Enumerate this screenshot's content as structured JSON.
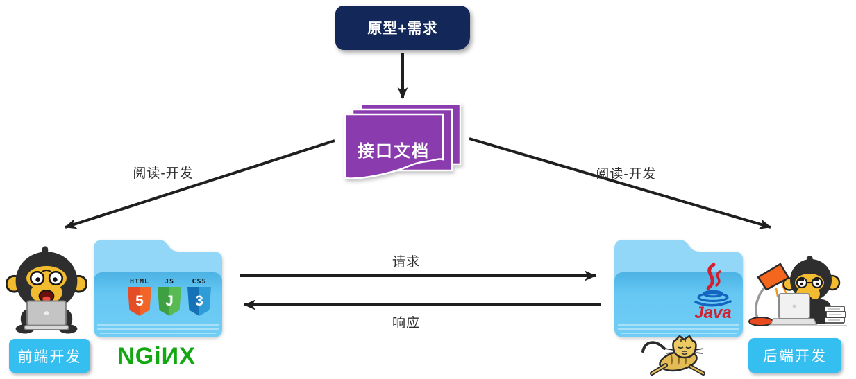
{
  "diagram": {
    "title_node": "原型+需求",
    "doc_node": "接口文档",
    "frontend_label": "前端开发",
    "backend_label": "后端开发",
    "edge_read_dev_left": "阅读-开发",
    "edge_read_dev_right": "阅读-开发",
    "edge_request": "请求",
    "edge_response": "响应"
  },
  "logos": {
    "nginx_text": "NGiИX",
    "java_text": "Java",
    "html5": {
      "banner": "HTML",
      "letter": "5"
    },
    "js": {
      "banner": "JS",
      "letter": "J"
    },
    "css3": {
      "banner": "CSS",
      "letter": "3"
    }
  },
  "colors": {
    "node_navy": "#132858",
    "doc_purple": "#8A3BAD",
    "label_cyan": "#35BEF0",
    "nginx_green": "#11A811",
    "java_red": "#D3202F",
    "java_blue": "#1565C0",
    "html5_orange": "#E44D26",
    "js_green": "#3E9F43",
    "css3_blue": "#1572B6",
    "arrow_dark": "#1F1F1F"
  }
}
